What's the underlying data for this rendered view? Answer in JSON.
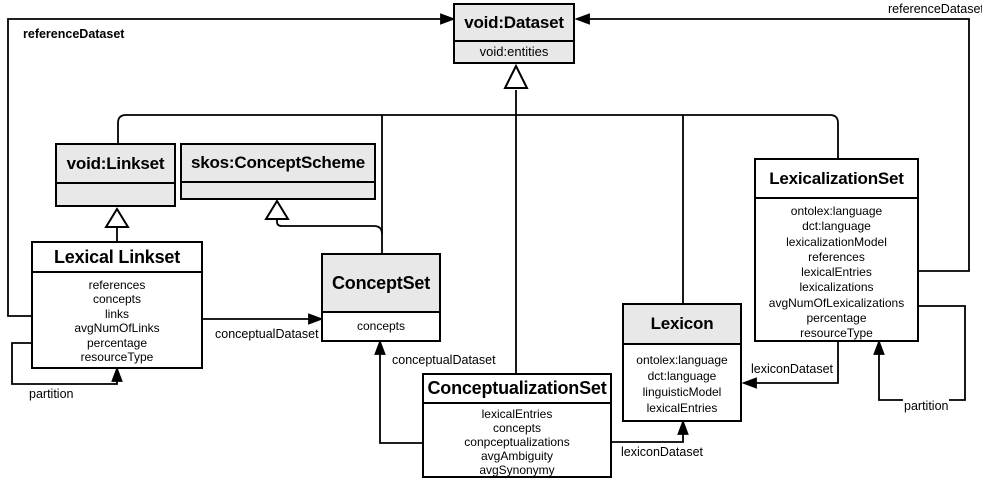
{
  "diagram": {
    "colors": {
      "fill_gray": "#e8e8e8",
      "fill_white": "#ffffff",
      "line": "#000000"
    },
    "classes": {
      "void_dataset": {
        "title": "void:Dataset",
        "attributes": [
          "void:entities"
        ]
      },
      "void_linkset": {
        "title": "void:Linkset",
        "attributes": []
      },
      "skos_concept_scheme": {
        "title": "skos:ConceptScheme",
        "attributes": []
      },
      "lexical_linkset": {
        "title": "Lexical Linkset",
        "attributes": [
          "references",
          "concepts",
          "links",
          "avgNumOfLinks",
          "percentage",
          "resourceType"
        ]
      },
      "concept_set": {
        "title": "ConceptSet",
        "attributes": [
          "concepts"
        ]
      },
      "conceptualization_set": {
        "title": "ConceptualizationSet",
        "attributes": [
          "lexicalEntries",
          "concepts",
          "conpceptualizations",
          "avgAmbiguity",
          "avgSynonymy"
        ]
      },
      "lexicon": {
        "title": "Lexicon",
        "attributes": [
          "ontolex:language",
          "dct:language",
          "linguisticModel",
          "lexicalEntries"
        ]
      },
      "lexicalization_set": {
        "title": "LexicalizationSet",
        "attributes": [
          "ontolex:language",
          "dct:language",
          "lexicalizationModel",
          "references",
          "lexicalEntries",
          "lexicalizations",
          "avgNumOfLexicalizations",
          "percentage",
          "resourceType"
        ]
      }
    },
    "edge_labels": {
      "reference_dataset_top_left": "referenceDataset",
      "reference_dataset_top_right": "referenceDataset",
      "conceptual_dataset_left": "conceptualDataset",
      "conceptual_dataset_bottom": "conceptualDataset",
      "lexicon_dataset_right": "lexiconDataset",
      "lexicon_dataset_bottom": "lexiconDataset",
      "partition_left": "partition",
      "partition_right": "partition"
    }
  }
}
